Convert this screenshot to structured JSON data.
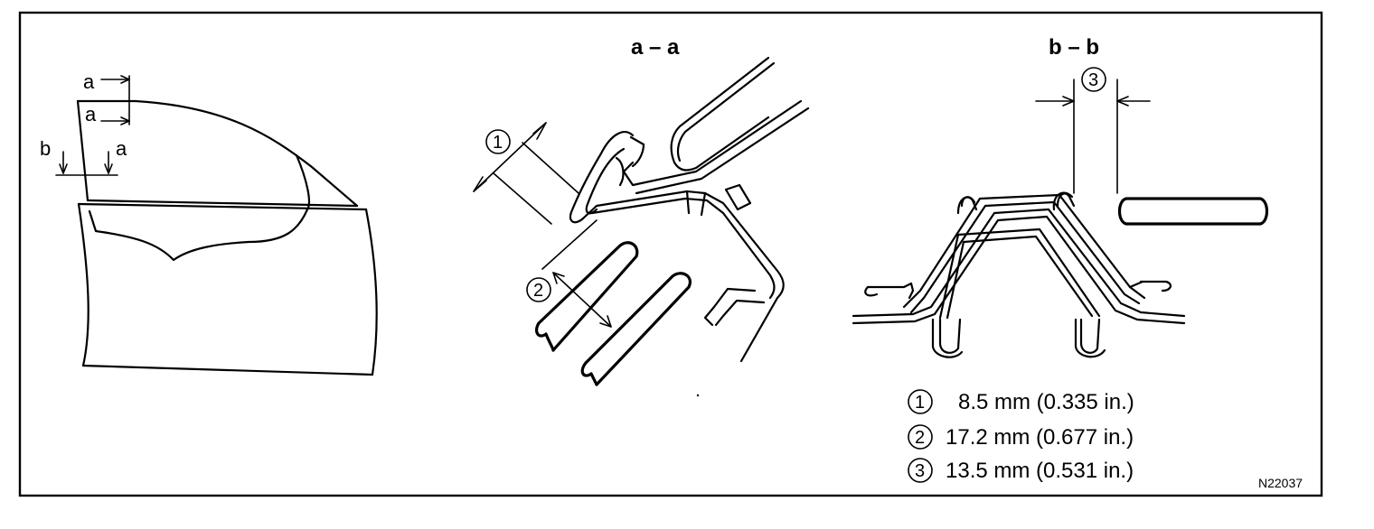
{
  "section_a_title": "a – a",
  "section_b_title": "b – b",
  "side_view_labels": {
    "a_top": "a",
    "a_middle": "a",
    "b_left": "b",
    "a_right": "a"
  },
  "callouts": [
    "1",
    "2",
    "3"
  ],
  "legend": [
    {
      "marker": "1",
      "text": "8.5 mm (0.335 in.)"
    },
    {
      "marker": "2",
      "text": "17.2 mm (0.677 in.)"
    },
    {
      "marker": "3",
      "text": "13.5 mm (0.531 in.)"
    }
  ],
  "figure_code": "N22037"
}
